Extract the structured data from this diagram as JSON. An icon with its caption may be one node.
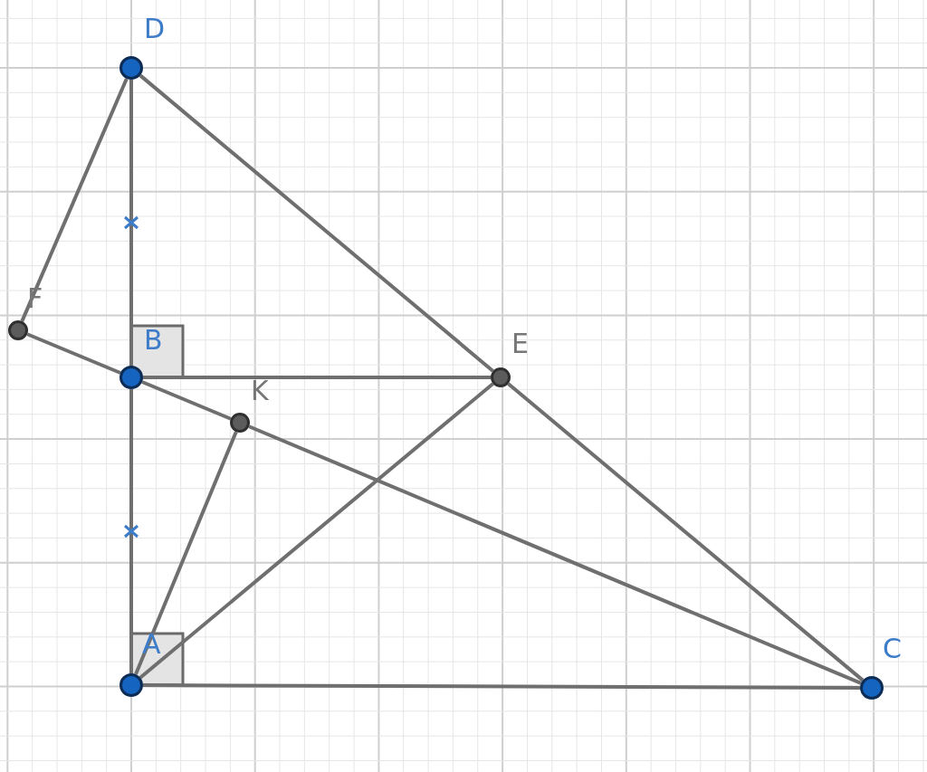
{
  "diagram": {
    "nodes": [
      {
        "text": [
          "D"
        ]
      },
      {
        "text": [
          "F"
        ]
      },
      {
        "text": [
          "B"
        ]
      },
      {
        "text": [
          "E"
        ]
      },
      {
        "text": [
          "K"
        ]
      },
      {
        "text": [
          "A"
        ]
      },
      {
        "text": [
          "C"
        ]
      }
    ],
    "edges": [
      {
        "from": 0,
        "to": 2,
        "arrow": "none"
      },
      {
        "from": 2,
        "to": 5,
        "arrow": "none"
      },
      {
        "from": 0,
        "to": 3,
        "arrow": "none"
      },
      {
        "from": 3,
        "to": 6,
        "arrow": "none"
      },
      {
        "from": 0,
        "to": 1,
        "arrow": "none"
      },
      {
        "from": 1,
        "to": 2,
        "arrow": "none"
      },
      {
        "from": 2,
        "to": 4,
        "arrow": "none"
      },
      {
        "from": 4,
        "to": 6,
        "arrow": "none"
      },
      {
        "from": 2,
        "to": 3,
        "arrow": "none"
      },
      {
        "from": 5,
        "to": 4,
        "arrow": "none"
      },
      {
        "from": 5,
        "to": 3,
        "arrow": "none"
      },
      {
        "from": 5,
        "to": 6,
        "arrow": "none"
      }
    ]
  }
}
